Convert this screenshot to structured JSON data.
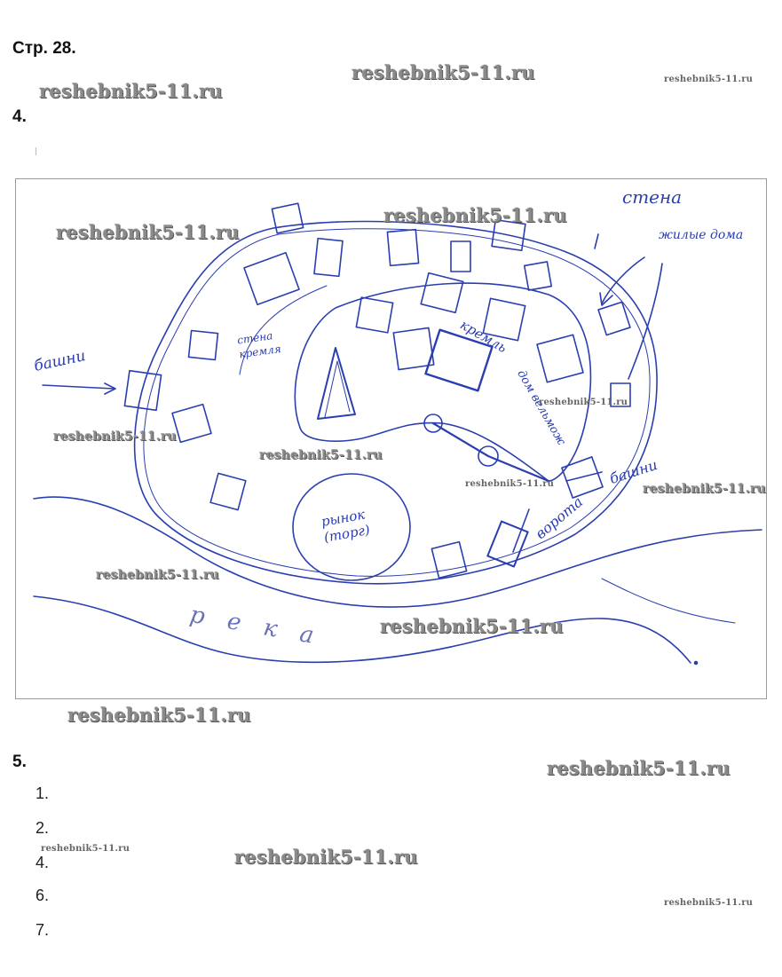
{
  "page": {
    "title": "Стр. 28.",
    "task4_label": "4.",
    "task5_label": "5."
  },
  "watermark": {
    "text": "reshebnik5-11.ru"
  },
  "drawing": {
    "labels": {
      "wall": "стена",
      "houses": "жилые дома",
      "towers_left": "башни",
      "kremlin_wall": "стена кремля",
      "kremlin": "кремль",
      "nobles_houses": "дом вельмож",
      "market": "рынок (торг)",
      "towers_right": "башни",
      "gates": "ворота",
      "river": "река"
    },
    "ink_color": "#2a3eb0"
  },
  "list": {
    "items": [
      "1.",
      "2.",
      "4.",
      "6.",
      "7."
    ]
  }
}
